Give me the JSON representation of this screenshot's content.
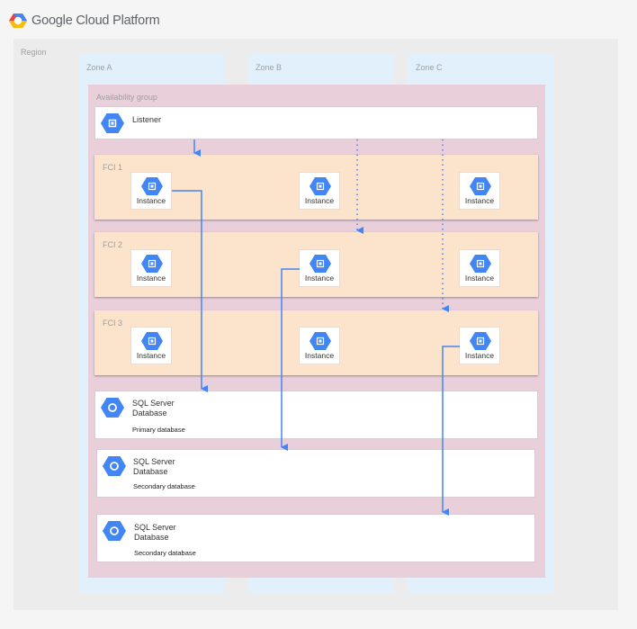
{
  "header": {
    "brand": "Google",
    "product": "Cloud Platform"
  },
  "region": {
    "label": "Region"
  },
  "zones": [
    {
      "label": "Zone A"
    },
    {
      "label": "Zone B"
    },
    {
      "label": "Zone C"
    }
  ],
  "availability_group": {
    "label": "Availability group",
    "listener": {
      "label": "Listener",
      "icon": "load-balancer-icon"
    }
  },
  "fcis": [
    {
      "label": "FCI 1",
      "instances": [
        "Instance",
        "Instance",
        "Instance"
      ]
    },
    {
      "label": "FCI 2",
      "instances": [
        "Instance",
        "Instance",
        "Instance"
      ]
    },
    {
      "label": "FCI 3",
      "instances": [
        "Instance",
        "Instance",
        "Instance"
      ]
    }
  ],
  "databases": [
    {
      "line1": "SQL Server",
      "line2": "Database",
      "role": "Primary database"
    },
    {
      "line1": "SQL Server",
      "line2": "Database",
      "role": "Secondary database"
    },
    {
      "line1": "SQL Server",
      "line2": "Database",
      "role": "Secondary database"
    }
  ],
  "colors": {
    "accent": "#4285f4",
    "zone_bg": "#e1f0fb",
    "ag_bg": "#e8cfda",
    "fci_bg": "#fce3cc",
    "region_bg": "#ececec"
  }
}
